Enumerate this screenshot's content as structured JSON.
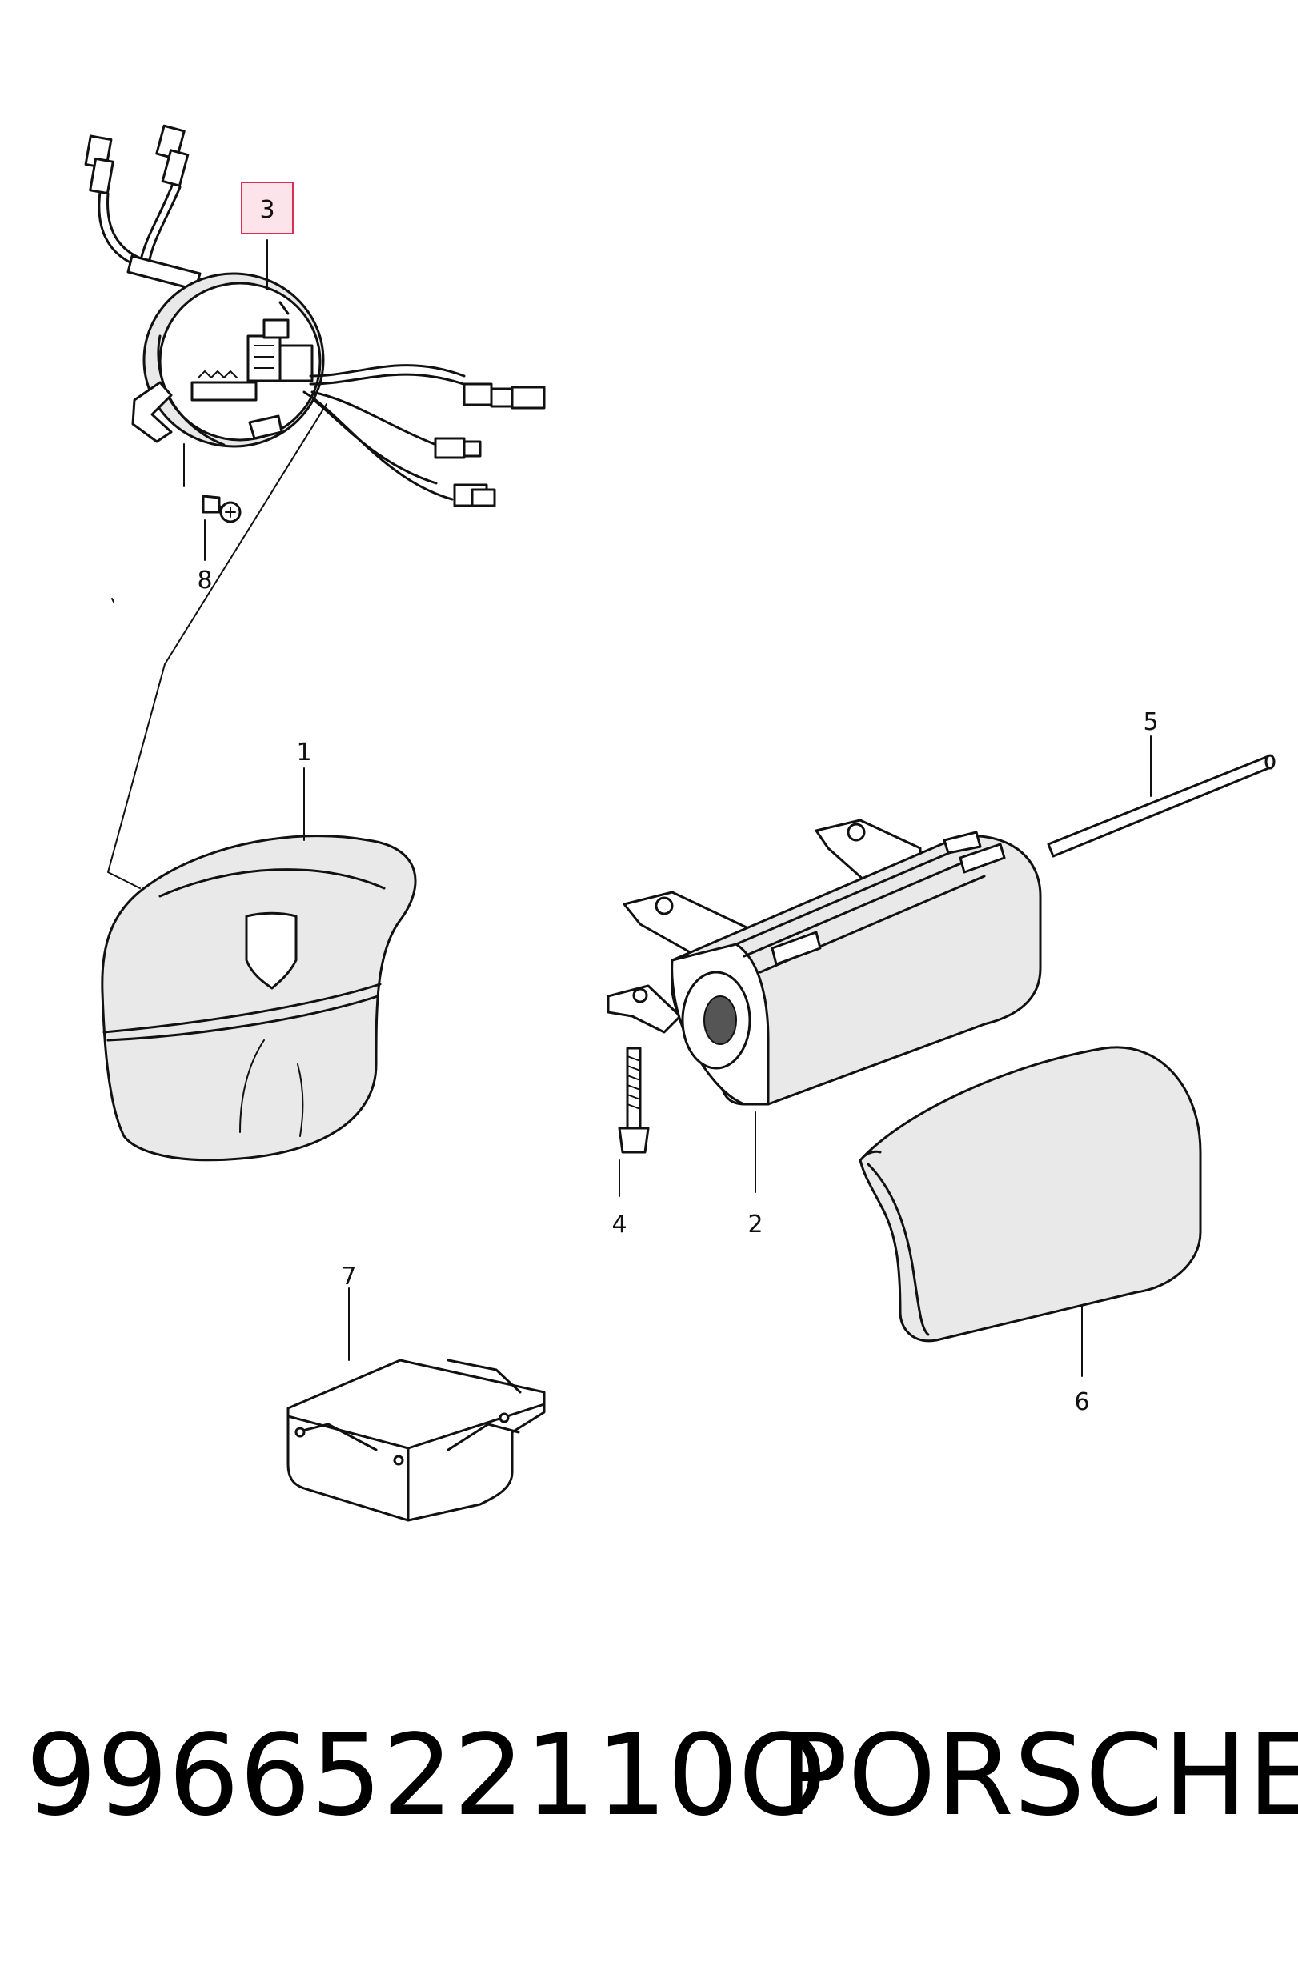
{
  "callouts": [
    {
      "id": "1",
      "text": "1"
    },
    {
      "id": "2",
      "text": "2"
    },
    {
      "id": "3",
      "text": "3",
      "highlighted": true
    },
    {
      "id": "4",
      "text": "4"
    },
    {
      "id": "5",
      "text": "5"
    },
    {
      "id": "6",
      "text": "6"
    },
    {
      "id": "7",
      "text": "7"
    },
    {
      "id": "8",
      "text": "8"
    }
  ],
  "footer": {
    "part_number": "9966522110O",
    "brand": "PORSCHE"
  },
  "colors": {
    "highlight_fill": "#fde4ea",
    "highlight_border": "#d9304f",
    "line": "#111111"
  }
}
